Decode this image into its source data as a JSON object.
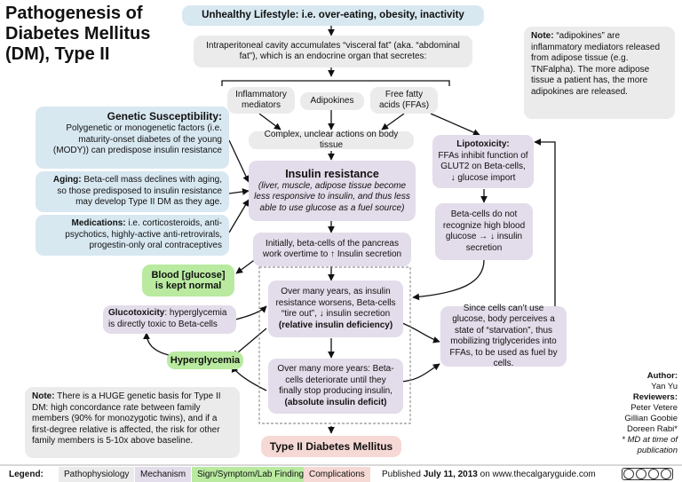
{
  "title": [
    "Pathogenesis of",
    "Diabetes Mellitus",
    "(DM), Type II"
  ],
  "top": {
    "lifestyle": "Unhealthy Lifestyle: i.e. over-eating, obesity, inactivity",
    "visceral": "Intraperitoneal cavity accumulates “visceral fat” (aka. “abdominal fat”), which is an endocrine organ that secretes:"
  },
  "secretions": {
    "inflammatory": "Inflammatory mediators",
    "adipokines": "Adipokines",
    "ffa": "Free fatty acids (FFAs)"
  },
  "complex": "Complex, unclear actions on body tissue",
  "insulin_resistance": {
    "title": "Insulin resistance",
    "detail": "(liver, muscle, adipose tissue become less responsive to insulin, and thus less able to use glucose as a fuel source)"
  },
  "overtime": "Initially, beta-cells  of the pancreas work overtime to ↑ Insulin secretion",
  "glucose_normal": "Blood [glucose] is kept normal",
  "relative": {
    "text": "Over many years, as insulin resistance worsens, Beta-cells “tire out”, ↓ insulin secretion",
    "bold": "(relative insulin deficiency)"
  },
  "absolute": {
    "text": "Over many more years: Beta-cells deteriorate until they finally stop producing insulin,",
    "bold": "(absolute insulin deficit)"
  },
  "hyperglycemia": "Hyperglycemia",
  "glucotoxicity": {
    "bold": "Glucotoxicity",
    "text": ": hyperglycemia is directly toxic to Beta-cells"
  },
  "dm2": "Type II Diabetes Mellitus",
  "lipotoxicity": {
    "bold": "Lipotoxicity:",
    "text": "FFAs inhibit function of GLUT2 on Beta-cells, ↓ glucose import"
  },
  "betacells_no": "Beta-cells do not recognize high blood glucose → ↓ insulin secretion",
  "starvation": "Since cells can’t use glucose, body perceives a state of “starvation”, thus mobilizing triglycerides into FFAs, to be used as fuel by cells.",
  "note_adipokines": {
    "bold": "Note:",
    "text": " “adipokines” are inflammatory mediators released from adipose tissue (e.g. TNFalpha). The more adipose tissue a patient has, the more adipokines are released."
  },
  "genetic": {
    "title": "Genetic Susceptibility:",
    "text": "Polygenetic or monogenetic factors (i.e. maturity-onset diabetes of the young (MODY)) can predispose insulin resistance"
  },
  "aging": {
    "bold": "Aging:",
    "text": " Beta-cell mass declines with aging, so those predisposed to insulin resistance may develop Type II DM as they age."
  },
  "medications": {
    "bold": "Medications:",
    "text": " i.e. corticosteroids, anti-psychotics, highly-active anti-retrovirals, progestin-only oral contraceptives"
  },
  "note_genetic": {
    "bold": "Note:",
    "text": " There is a HUGE genetic basis for Type II DM: high concordance rate between family members (90% for monozygotic twins), and if a first-degree relative is affected, the risk for other family members is 5-10x above baseline."
  },
  "credits": {
    "author_label": "Author:",
    "author": "Yan Yu",
    "reviewers_label": "Reviewers:",
    "reviewers": [
      "Peter Vetere",
      "Gillian Goobie",
      "Doreen Rabi*"
    ],
    "footnote": "* MD at time of publication"
  },
  "legend": {
    "label": "Legend:",
    "items": [
      "Pathophysiology",
      "Mechanism",
      "Sign/Symptom/Lab Finding",
      "Complications"
    ],
    "published_prefix": "Published ",
    "published_date": "July 11, 2013",
    "published_suffix": " on www.thecalgaryguide.com"
  },
  "colors": {
    "pathophysiology": "#ebebeb",
    "mechanism": "#e3dcea",
    "sign": "#b9eaa0",
    "complication": "#f6d9d5",
    "blue": "#d8e8f1"
  }
}
